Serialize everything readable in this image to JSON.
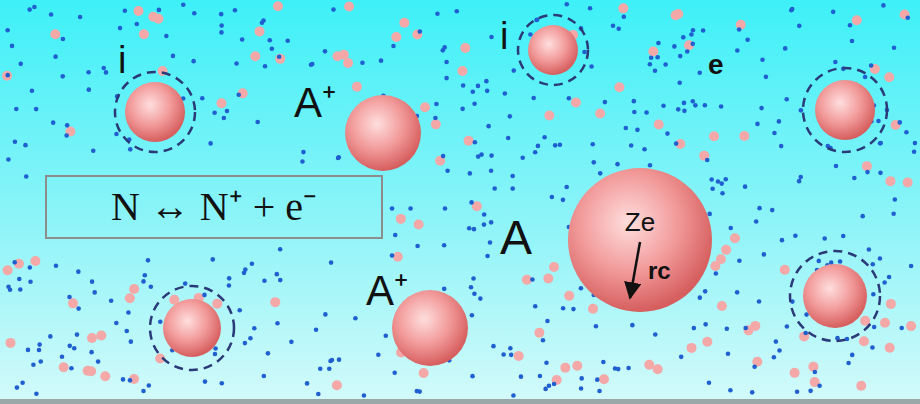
{
  "diagram": {
    "nodes": [
      {
        "text": [
          "N ↔ N⁺ + e⁻"
        ]
      },
      {
        "text": [
          "A",
          "Ze",
          "rc"
        ]
      }
    ],
    "labels": [
      "i",
      "A⁺",
      "i",
      "e",
      "A⁺"
    ]
  }
}
